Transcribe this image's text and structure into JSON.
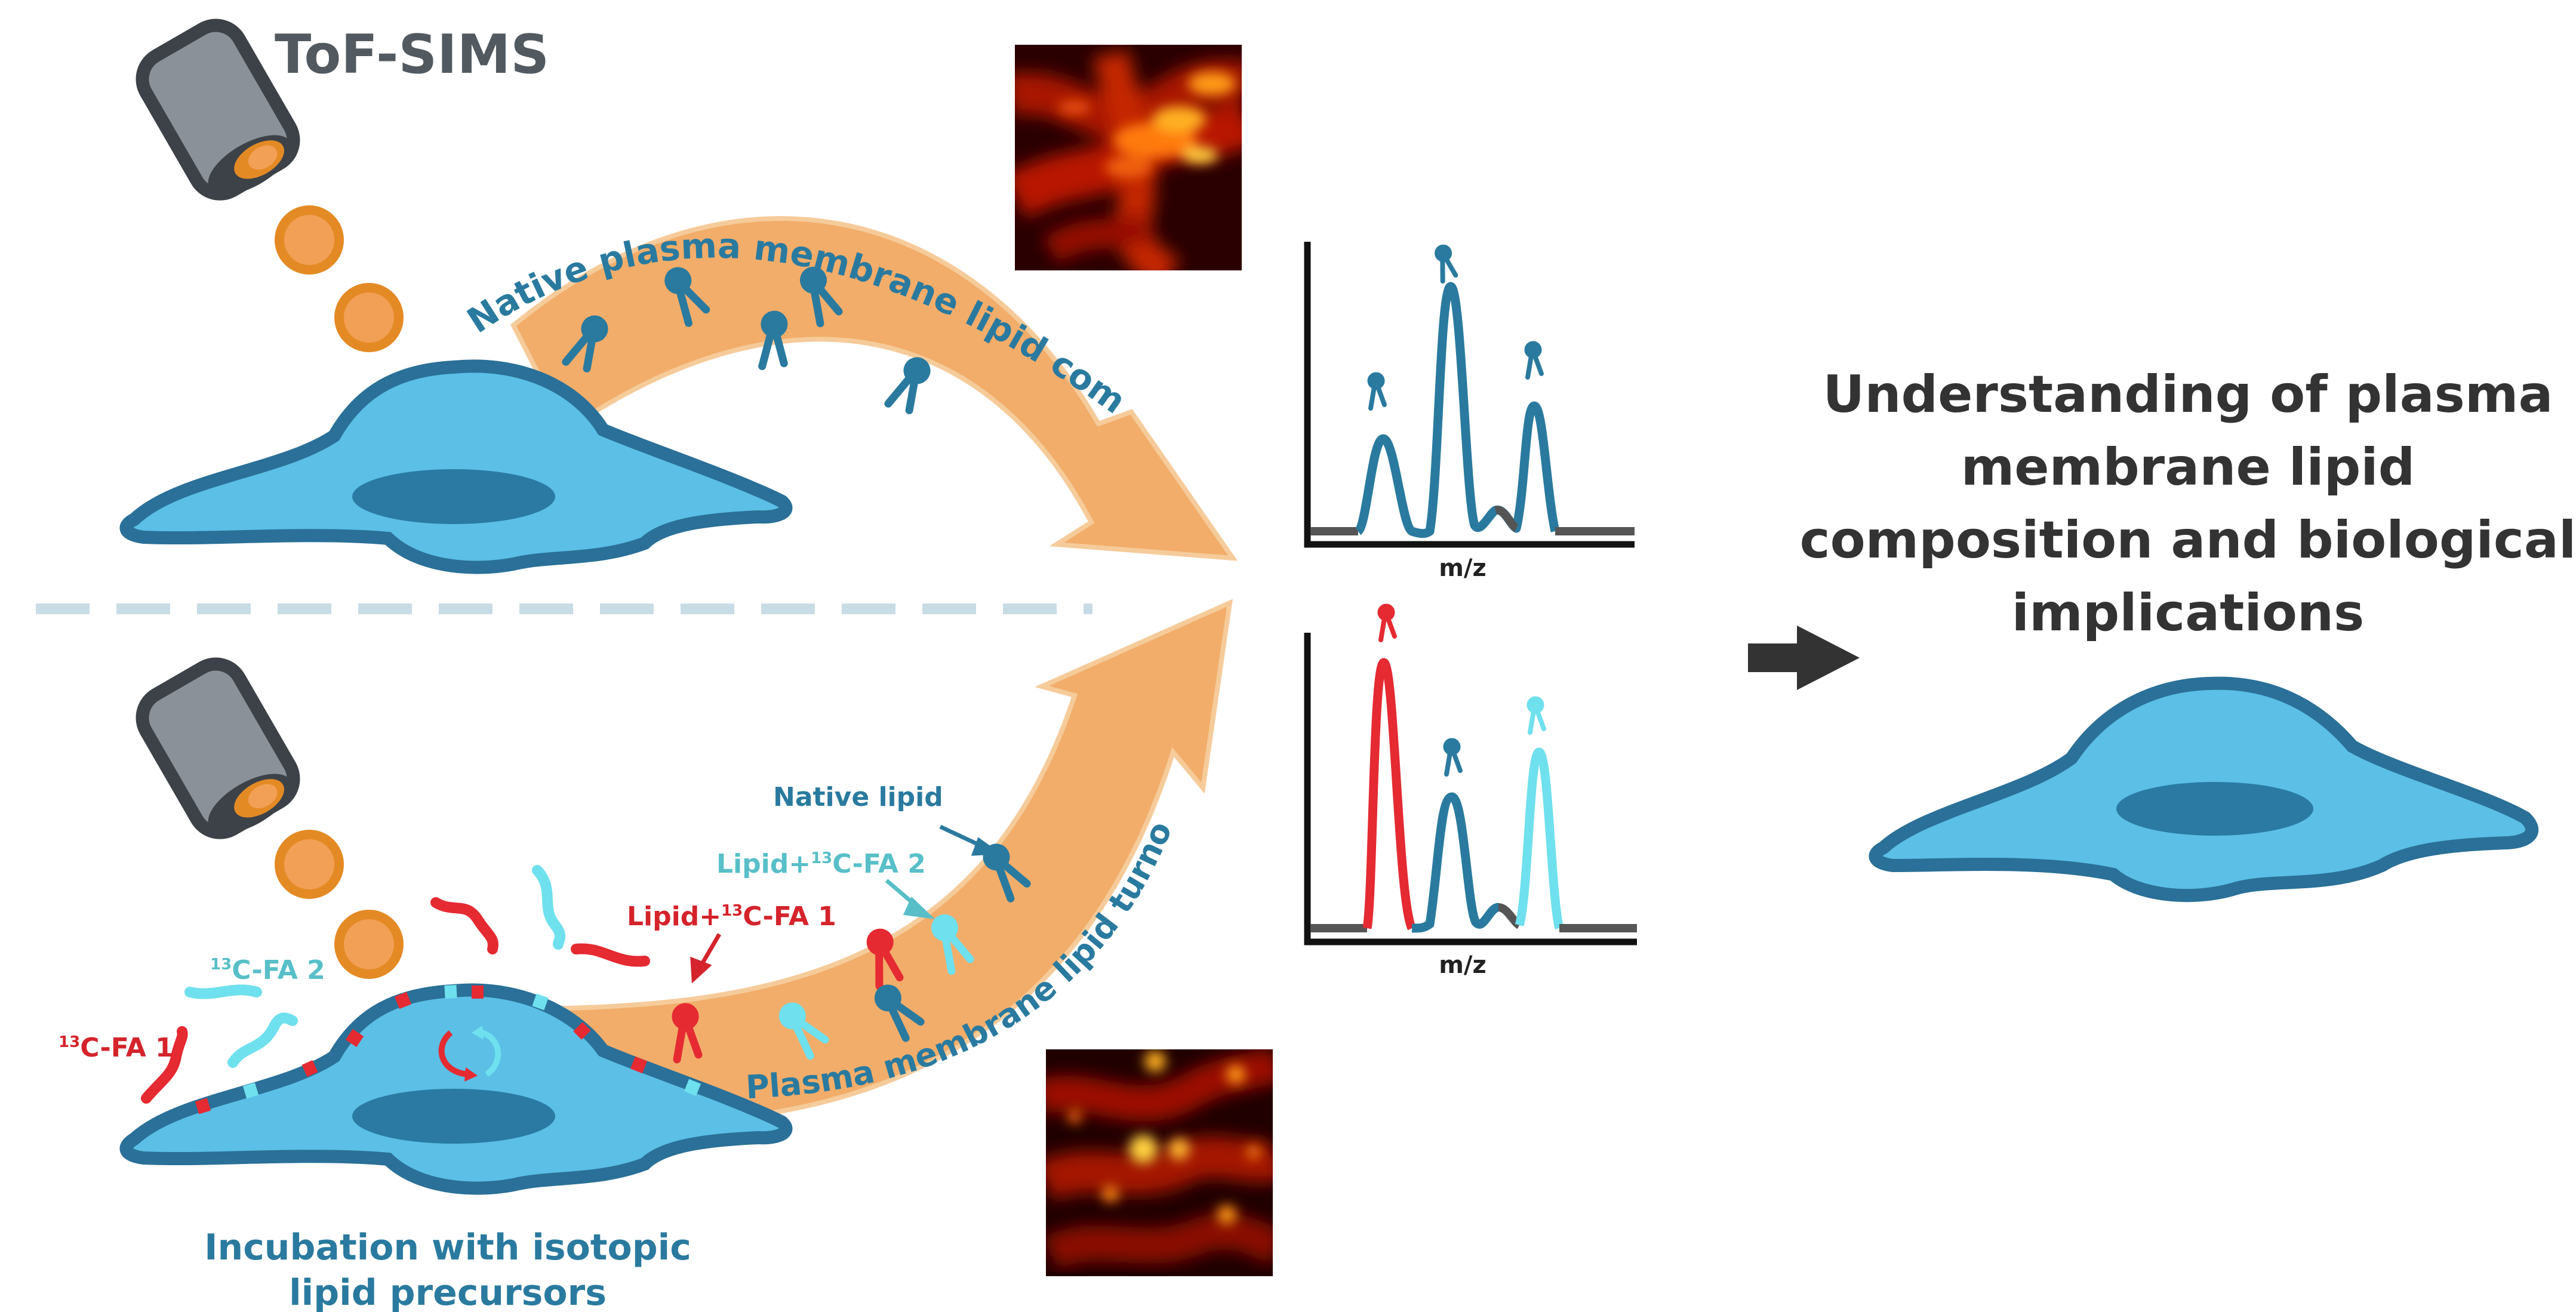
{
  "title_tofsims": "ToF-SIMS",
  "label_native_composition": "Native plasma membrane lipid composition",
  "label_turnover": "Plasma membrane lipid turnover",
  "label_native_lipid": "Native lipid",
  "label_lipid_fa2": {
    "prefix": "Lipid+",
    "sup": "13",
    "suffix": "C-FA 2"
  },
  "label_lipid_fa1": {
    "prefix": "Lipid+",
    "sup": "13",
    "suffix": "C-FA 1"
  },
  "label_fa2": {
    "sup": "13",
    "suffix": "C-FA 2"
  },
  "label_fa1": {
    "sup": "13",
    "suffix": "C-FA 1"
  },
  "incubation": {
    "line1": "Incubation with isotopic",
    "line2": "lipid precursors"
  },
  "axis_mz_top": "m/z",
  "axis_mz_bottom": "m/z",
  "conclusion": {
    "line1": "Understanding of plasma",
    "line2": "membrane lipid",
    "line3": "composition and biological",
    "line4": "implications"
  },
  "colors": {
    "blue_dark": "#2a7a9f",
    "cell_fill": "#5bbfe6",
    "cell_outline": "#2a7098",
    "nucleus": "#2a7aa3",
    "arrow_fill": "#f2ad6a",
    "arrow_edge": "#f6cb9a",
    "ion": "#e48a25",
    "ion_inner": "#f2a056",
    "gun": "#8a9198",
    "gun_outline": "#3c4247",
    "red": "#e52a32",
    "cyan": "#6fe0ee",
    "cyan_text": "#58bfc8",
    "red_text": "#d5232b",
    "arrow_dark": "#333333",
    "divider": "#c8dce6"
  },
  "icons": [
    "ion-gun-icon",
    "lipid-icon",
    "cell-icon",
    "thermal-image",
    "right-arrow-icon"
  ]
}
